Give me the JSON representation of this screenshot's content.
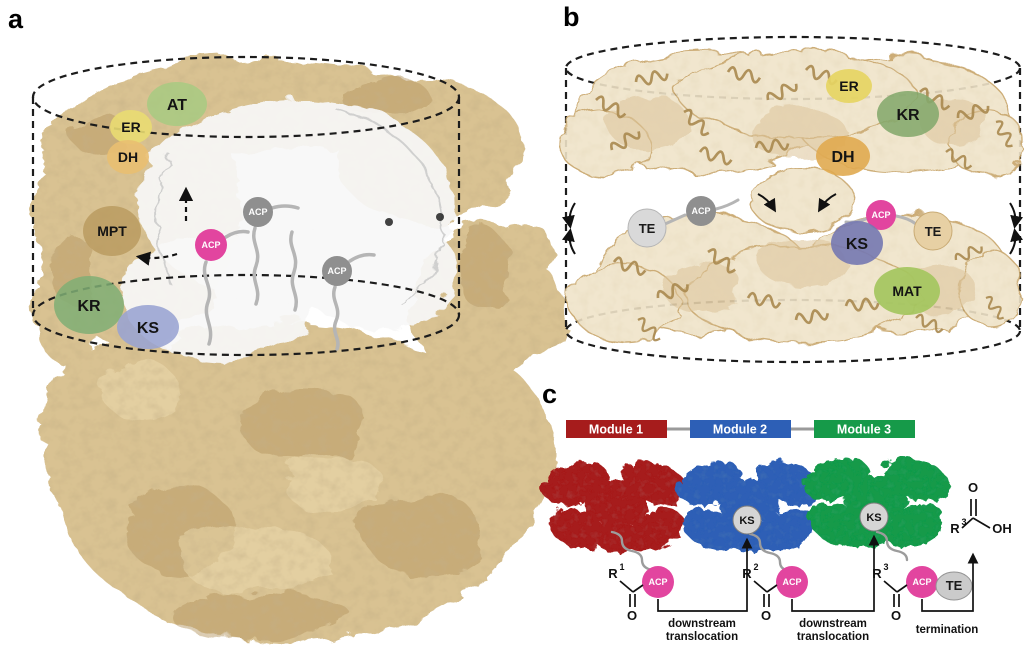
{
  "colors": {
    "density": "#d9c292",
    "cartoon": "#f0e4c9",
    "cartoon_stroke": "#c7a468",
    "acp_pink": "#e2459f",
    "acp_gray": "#8f8f8f",
    "linker_gray": "#b5b5b5",
    "a_at": "#a8ca82",
    "a_er": "#e9dc72",
    "a_dh": "#e9bf71",
    "a_mpt": "#ba9b60",
    "a_kr": "#7fae74",
    "a_ks": "#98a3d2",
    "b_er": "#e6d563",
    "b_kr": "#84a96c",
    "b_dh": "#e0aa50",
    "b_te_left": "#d9d9d9",
    "b_te_right": "#e7d0a4",
    "b_ks": "#7478b1",
    "b_mat": "#a4c55e",
    "ks_gray": "#d5d5d5",
    "te_gray": "#cbcbcb"
  },
  "panel_a": {
    "label": "a",
    "at": "AT",
    "er": "ER",
    "dh": "DH",
    "mpt": "MPT",
    "kr": "KR",
    "ks": "KS",
    "acp_pink": "ACP",
    "acp_gray_upper": "ACP",
    "acp_gray_lower": "ACP"
  },
  "panel_b": {
    "label": "b",
    "er": "ER",
    "kr": "KR",
    "dh": "DH",
    "ks": "KS",
    "mat": "MAT",
    "te_left": "TE",
    "te_right": "TE",
    "acp_gray": "ACP",
    "acp_pink": "ACP"
  },
  "panel_c": {
    "label": "c",
    "modules": [
      {
        "label": "Module 1",
        "color": "#a61c1c"
      },
      {
        "label": "Module 2",
        "color": "#2d5fb6"
      },
      {
        "label": "Module 3",
        "color": "#169a49"
      }
    ],
    "ks_module2": "KS",
    "ks_module3": "KS",
    "acp1": "ACP",
    "acp2": "ACP",
    "acp3": "ACP",
    "te": "TE",
    "r1": "R",
    "r1_sup": "1",
    "r2": "R",
    "r2_sup": "2",
    "r3": "R",
    "r3_sup": "3",
    "carbonyl_o1": "O",
    "carbonyl_o2": "O",
    "carbonyl_o3": "O",
    "product_r": "R",
    "product_r_sup": "3",
    "product_o": "O",
    "product_oh": "OH",
    "step1_line1": "downstream",
    "step1_line2": "translocation",
    "step2_line1": "downstream",
    "step2_line2": "translocation",
    "step3": "termination"
  }
}
